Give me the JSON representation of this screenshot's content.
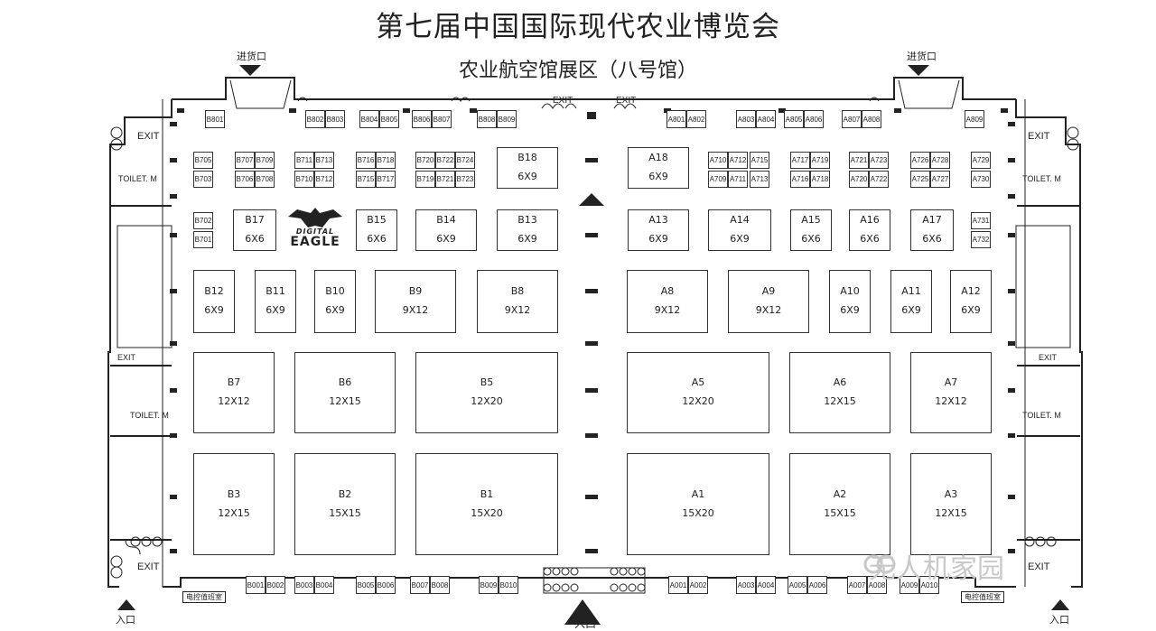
{
  "title": "第七届中国国际现代农业博览会",
  "subtitle": "农业航空馆展区（八号馆）",
  "loading_dock": "进货口",
  "entrance": "入口",
  "main_entrance": "入口",
  "exit_label": "EXIT",
  "toilet_label": "TOILET. M",
  "control_room": "电控值班室",
  "logo": {
    "line1": "DIGITAL",
    "line2": "EAGLE"
  },
  "watermark": "无人机家园",
  "booths": {
    "b_large": [
      {
        "code": "B12",
        "size": "6X9"
      },
      {
        "code": "B11",
        "size": "6X9"
      },
      {
        "code": "B10",
        "size": "6X9"
      },
      {
        "code": "B9",
        "size": "9X12"
      },
      {
        "code": "B8",
        "size": "9X12"
      },
      {
        "code": "B7",
        "size": "12X12"
      },
      {
        "code": "B6",
        "size": "12X15"
      },
      {
        "code": "B5",
        "size": "12X20"
      },
      {
        "code": "B3",
        "size": "12X15"
      },
      {
        "code": "B2",
        "size": "15X15"
      },
      {
        "code": "B1",
        "size": "15X20"
      },
      {
        "code": "B17",
        "size": "6X6"
      },
      {
        "code": "B15",
        "size": "6X6"
      },
      {
        "code": "B14",
        "size": "6X9"
      },
      {
        "code": "B13",
        "size": "6X9"
      },
      {
        "code": "B18",
        "size": "6X9"
      }
    ],
    "a_large": [
      {
        "code": "A18",
        "size": "6X9"
      },
      {
        "code": "A13",
        "size": "6X9"
      },
      {
        "code": "A14",
        "size": "6X9"
      },
      {
        "code": "A15",
        "size": "6X6"
      },
      {
        "code": "A16",
        "size": "6X6"
      },
      {
        "code": "A17",
        "size": "6X6"
      },
      {
        "code": "A8",
        "size": "9X12"
      },
      {
        "code": "A9",
        "size": "9X12"
      },
      {
        "code": "A10",
        "size": "6X9"
      },
      {
        "code": "A11",
        "size": "6X9"
      },
      {
        "code": "A12",
        "size": "6X9"
      },
      {
        "code": "A5",
        "size": "12X20"
      },
      {
        "code": "A6",
        "size": "12X15"
      },
      {
        "code": "A7",
        "size": "12X12"
      },
      {
        "code": "A1",
        "size": "15X20"
      },
      {
        "code": "A2",
        "size": "15X15"
      },
      {
        "code": "A3",
        "size": "12X15"
      }
    ],
    "small": [
      "B801",
      "B802",
      "B803",
      "B804",
      "B805",
      "B806",
      "B807",
      "B808",
      "B809",
      "A801",
      "A802",
      "A803",
      "A804",
      "A805",
      "A806",
      "A807",
      "A808",
      "A809",
      "B705",
      "B703",
      "B707",
      "B706",
      "B709",
      "B708",
      "B711",
      "B710",
      "B713",
      "B712",
      "B716",
      "B715",
      "B718",
      "B717",
      "B720",
      "B719",
      "B722",
      "B721",
      "B724",
      "B723",
      "B702",
      "B701",
      "A710",
      "A709",
      "A712",
      "A711",
      "A715",
      "A713",
      "A717",
      "A716",
      "A719",
      "A718",
      "A721",
      "A720",
      "A723",
      "A722",
      "A726",
      "A725",
      "A728",
      "A727",
      "A729",
      "A730",
      "A731",
      "A732",
      "B001",
      "B002",
      "B003",
      "B004",
      "B005",
      "B006",
      "B007",
      "B008",
      "B009",
      "B010",
      "A001",
      "A002",
      "A003",
      "A004",
      "A005",
      "A006",
      "A007",
      "A008",
      "A009",
      "A010"
    ]
  }
}
